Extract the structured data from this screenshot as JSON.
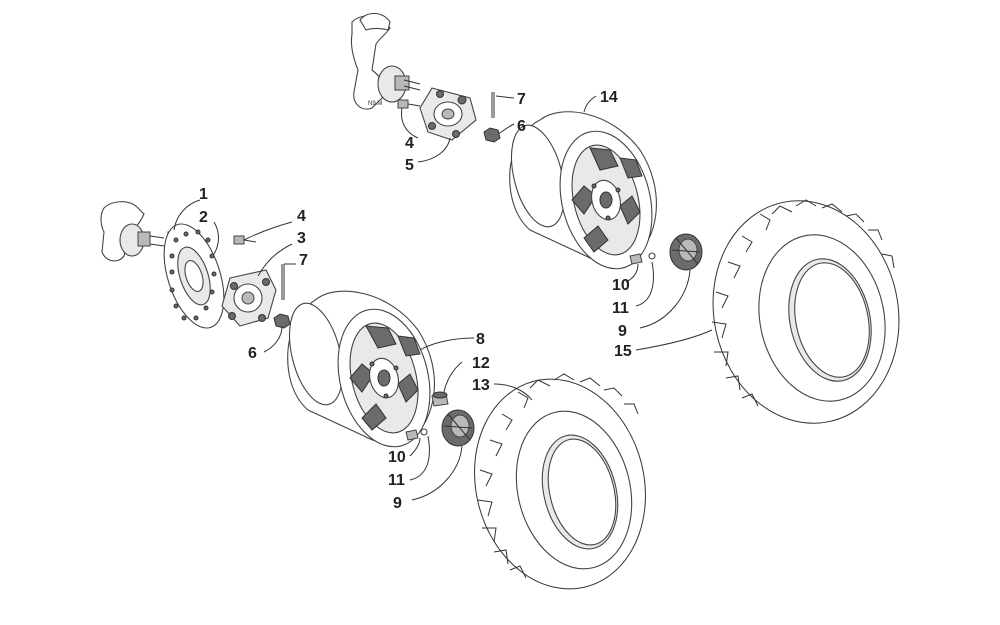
{
  "diagram": {
    "callouts": [
      {
        "id": "c1",
        "label": "1"
      },
      {
        "id": "c2",
        "label": "2"
      },
      {
        "id": "c3",
        "label": "3"
      },
      {
        "id": "c4a",
        "label": "4"
      },
      {
        "id": "c4b",
        "label": "4"
      },
      {
        "id": "c5",
        "label": "5"
      },
      {
        "id": "c6a",
        "label": "6"
      },
      {
        "id": "c6b",
        "label": "6"
      },
      {
        "id": "c7a",
        "label": "7"
      },
      {
        "id": "c7b",
        "label": "7"
      },
      {
        "id": "c8",
        "label": "8"
      },
      {
        "id": "c9a",
        "label": "9"
      },
      {
        "id": "c9b",
        "label": "9"
      },
      {
        "id": "c10a",
        "label": "10"
      },
      {
        "id": "c10b",
        "label": "10"
      },
      {
        "id": "c11a",
        "label": "11"
      },
      {
        "id": "c11b",
        "label": "11"
      },
      {
        "id": "c12",
        "label": "12"
      },
      {
        "id": "c13",
        "label": "13"
      },
      {
        "id": "c14",
        "label": "14"
      },
      {
        "id": "c15",
        "label": "15"
      }
    ]
  }
}
